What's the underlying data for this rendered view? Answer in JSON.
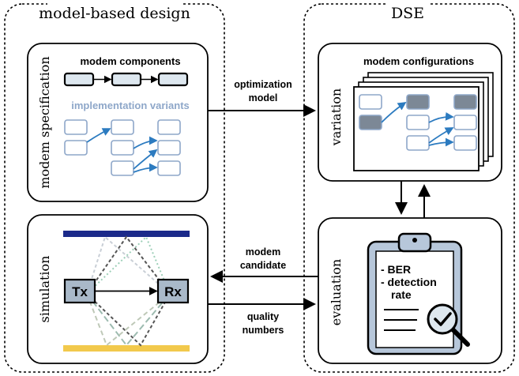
{
  "left_panel": {
    "title": "model-based design"
  },
  "right_panel": {
    "title": "DSE"
  },
  "modem_spec": {
    "side_label": "modem specification",
    "components_label": "modem components",
    "variants_label": "implementation variants"
  },
  "simulation": {
    "side_label": "simulation",
    "tx": "Tx",
    "rx": "Rx"
  },
  "variation": {
    "side_label": "variation",
    "configs_label": "modem configurations"
  },
  "evaluation": {
    "side_label": "evaluation",
    "metric_1": "- BER",
    "metric_2a": "- detection",
    "metric_2b": "rate"
  },
  "arrows": {
    "top_line1": "optimization",
    "top_line2": "model",
    "mid_line1": "modem",
    "mid_line2": "candidate",
    "bot_line1": "quality",
    "bot_line2": "numbers"
  },
  "colors": {
    "component_fill": "#dde7ef",
    "variant_border": "#8ea7c9",
    "variant_text": "#8ea7c9",
    "config_dark": "#7c8896",
    "blue_arrow": "#2c7bc0",
    "tx_rx_fill": "#a9b9c9",
    "top_bar": "#1b2a8a",
    "bottom_bar": "#f2c94c",
    "clipboard_fill": "#b7c7da"
  }
}
